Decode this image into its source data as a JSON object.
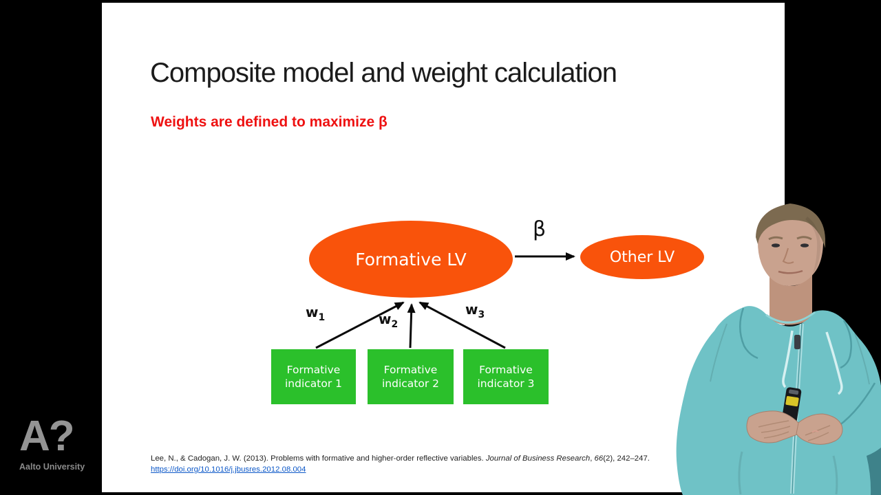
{
  "slide": {
    "title": "Composite model and weight calculation",
    "subtitle": "Weights are defined to maximize β",
    "diagram": {
      "formative_lv_label": "Formative LV",
      "other_lv_label": "Other LV",
      "beta_label": "β",
      "weights": [
        {
          "base": "w",
          "sub": "1"
        },
        {
          "base": "w",
          "sub": "2"
        },
        {
          "base": "w",
          "sub": "3"
        }
      ],
      "indicators": [
        {
          "line1": "Formative",
          "line2": "indicator 1"
        },
        {
          "line1": "Formative",
          "line2": "indicator 2"
        },
        {
          "line1": "Formative",
          "line2": "indicator 3"
        }
      ]
    },
    "citation": {
      "part1": "Lee, N., & Cadogan, J. W. (2013). Problems with formative and higher-order reflective variables. ",
      "journal_italic": "Journal of Business Research",
      "part2": ", ",
      "volume_italic": "66",
      "part3": "(2), 242–247.",
      "link": "https://doi.org/10.1016/j.jbusres.2012.08.004"
    }
  },
  "branding": {
    "logo_mark": "A?",
    "logo_name": "Aalto University"
  },
  "colors": {
    "orange": "#F9530B",
    "green": "#2BC02B",
    "red": "#EE1111",
    "link": "#0B57C8",
    "teal": "#6FC2C6"
  }
}
